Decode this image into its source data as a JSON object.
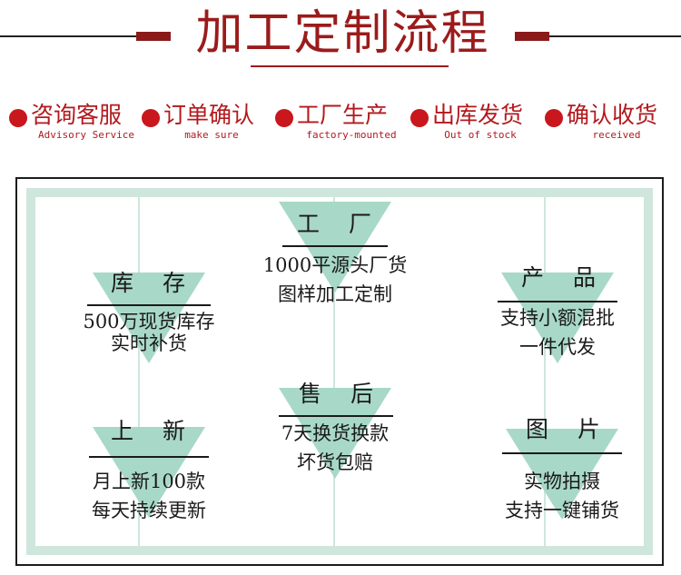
{
  "header": {
    "title": "加工定制流程"
  },
  "steps": [
    {
      "cn": "咨询客服",
      "en": "Advisory Service"
    },
    {
      "cn": "订单确认",
      "en": "make sure"
    },
    {
      "cn": "工厂生产",
      "en": "factory-mounted"
    },
    {
      "cn": "出库发货",
      "en": "Out of stock"
    },
    {
      "cn": "确认收货",
      "en": "received"
    }
  ],
  "cards": [
    {
      "title": "工 厂",
      "lines": [
        "1000平源头厂货",
        "图样加工定制"
      ]
    },
    {
      "title": "库 存",
      "lines": [
        "500万现货库存",
        "实时补货"
      ]
    },
    {
      "title": "产 品",
      "lines": [
        "支持小额混批",
        "一件代发"
      ]
    },
    {
      "title": "售 后",
      "lines": [
        "7天换货换款",
        "坏货包赔"
      ]
    },
    {
      "title": "上 新",
      "lines": [
        "月上新100款",
        "每天持续更新"
      ]
    },
    {
      "title": "图 片",
      "lines": [
        "实物拍摄",
        "支持一键铺货"
      ]
    }
  ],
  "colors": {
    "title_red": "#9b1b1b",
    "dot_red": "#c8171d",
    "mint": "#a8d8c8",
    "frame_bg": "#cfe6dd"
  }
}
